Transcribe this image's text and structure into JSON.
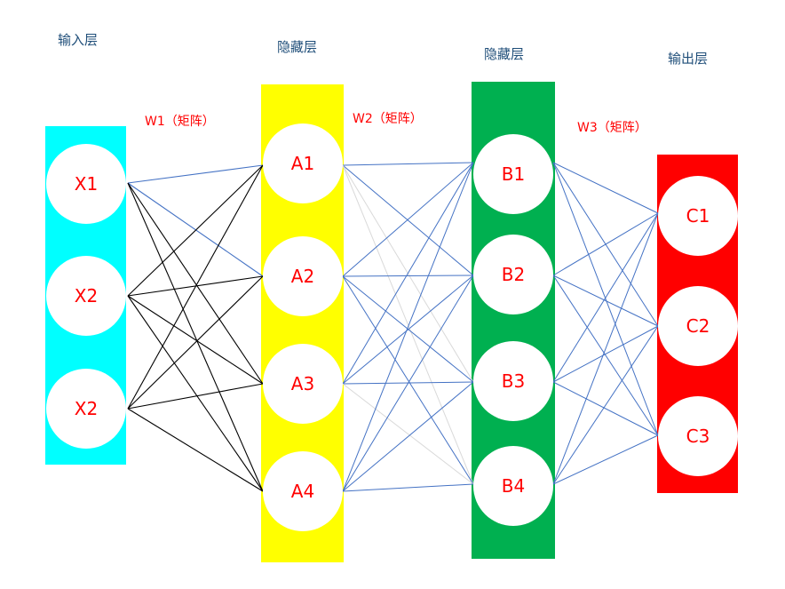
{
  "layers": {
    "input": {
      "title": "输入层",
      "color": "#00ffff",
      "nodes": [
        "X1",
        "X2",
        "X2"
      ]
    },
    "hidden1": {
      "title": "隐藏层",
      "color": "#ffff00",
      "nodes": [
        "A1",
        "A2",
        "A3",
        "A4"
      ]
    },
    "hidden2": {
      "title": "隐藏层",
      "color": "#00b050",
      "nodes": [
        "B1",
        "B2",
        "B3",
        "B4"
      ]
    },
    "output": {
      "title": "输出层",
      "color": "#ff0000",
      "nodes": [
        "C1",
        "C2",
        "C3"
      ]
    }
  },
  "weights": {
    "w1": "W1（矩阵）",
    "w2": "W2（矩阵）",
    "w3": "W3（矩阵）"
  },
  "colors": {
    "node_text": "#ff0000",
    "weight_label": "#ff0000",
    "edge_blue": "#4472c4",
    "edge_black": "#000000",
    "edge_faint": "#d9d9d9",
    "title_text": "#1f4e79"
  }
}
